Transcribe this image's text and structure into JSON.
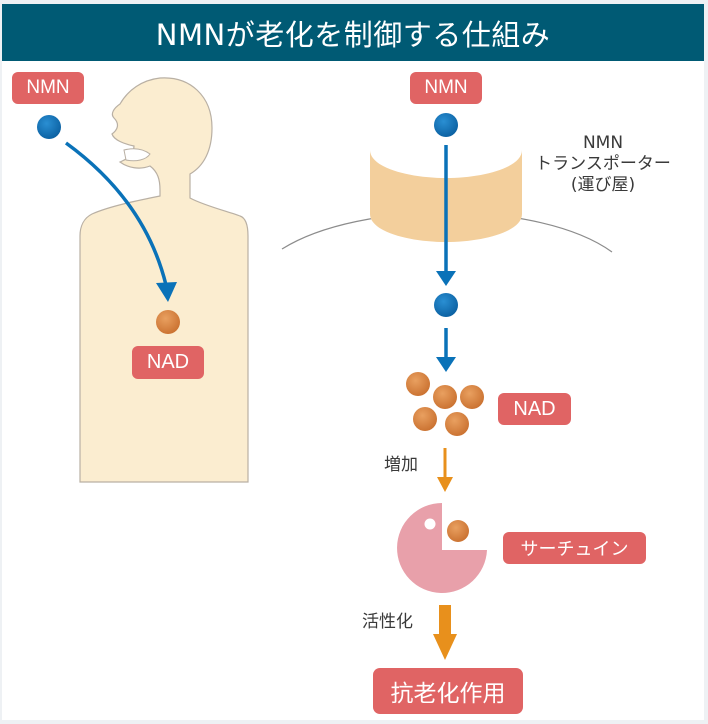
{
  "title": "NMNが老化を制御する仕組み",
  "left_panel": {
    "nmn_tag": "NMN",
    "nad_tag": "NAD"
  },
  "right_panel": {
    "nmn_tag": "NMN",
    "transporter_label": [
      "NMN",
      "トランスポーター",
      "(運び屋)"
    ],
    "nad_tag": "NAD",
    "increase_label": "増加",
    "sirtuin_tag": "サーチュイン",
    "activate_label": "活性化",
    "result_tag": "抗老化作用"
  },
  "colors": {
    "title_bg": "#005a74",
    "tag_red": "#e06464",
    "nmn_blue": "#0a72b8",
    "nad_orange": "#d9853f",
    "body_beige": "#fbedd0",
    "transporter": "#f3cf9c",
    "sirtuin_pink": "#e8a0aa",
    "arrow_orange": "#e8901c"
  }
}
